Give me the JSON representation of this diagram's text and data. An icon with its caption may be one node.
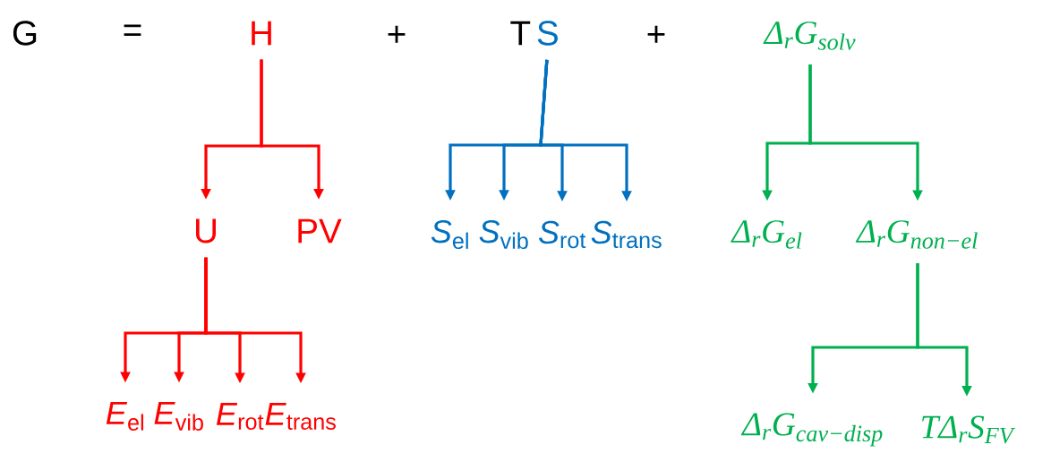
{
  "diagram": {
    "nodes": [
      {
        "text": [
          "H"
        ]
      },
      {
        "text": [
          "S"
        ]
      },
      {
        "text": [
          "Δ$_{r}$G$_{solv}$"
        ]
      },
      {
        "text": [
          "U"
        ]
      },
      {
        "text": [
          "PV"
        ]
      },
      {
        "text": [
          "*S*$_{el}$"
        ]
      },
      {
        "text": [
          "*S*$_{vib}$"
        ]
      },
      {
        "text": [
          "*S*$_{rot}$"
        ]
      },
      {
        "text": [
          "*S*$_{trans}$"
        ]
      },
      {
        "text": [
          "Δ$_{r}$G$_{el}$"
        ]
      },
      {
        "text": [
          "Δ$_{r}$G$_{non−el}$"
        ]
      },
      {
        "text": [
          "*E*$_{el}$"
        ]
      },
      {
        "text": [
          "*E*$_{vib}$"
        ]
      },
      {
        "text": [
          "*E*$_{rot}$"
        ]
      },
      {
        "text": [
          "*E*$_{trans}$"
        ]
      },
      {
        "text": [
          "Δ$_{r}$G$_{cav−disp}$"
        ]
      },
      {
        "text": [
          "TΔ$_{r}$S$_{FV}$"
        ]
      }
    ],
    "edges": [
      {
        "from": 0,
        "to": 3,
        "arrow": "to"
      },
      {
        "from": 0,
        "to": 4,
        "arrow": "to"
      },
      {
        "from": 3,
        "to": 11,
        "arrow": "to"
      },
      {
        "from": 3,
        "to": 12,
        "arrow": "to"
      },
      {
        "from": 3,
        "to": 13,
        "arrow": "to"
      },
      {
        "from": 3,
        "to": 14,
        "arrow": "to"
      },
      {
        "from": 1,
        "to": 5,
        "arrow": "to",
        "color": "#0070c0"
      },
      {
        "from": 1,
        "to": 6,
        "arrow": "to",
        "color": "#0070c0"
      },
      {
        "from": 1,
        "to": 7,
        "arrow": "to",
        "color": "#0070c0"
      },
      {
        "from": 1,
        "to": 8,
        "arrow": "to",
        "color": "#0070c0"
      },
      {
        "from": 2,
        "to": 9,
        "arrow": "to",
        "color": "#00b050"
      },
      {
        "from": 2,
        "to": 10,
        "arrow": "to",
        "color": "#00b050"
      },
      {
        "from": 10,
        "to": 15,
        "arrow": "to",
        "color": "#00b050"
      },
      {
        "from": 10,
        "to": 16,
        "arrow": "to",
        "color": "#00b050"
      }
    ],
    "labels": [
      "G",
      "=",
      "+",
      "T",
      "+"
    ]
  }
}
